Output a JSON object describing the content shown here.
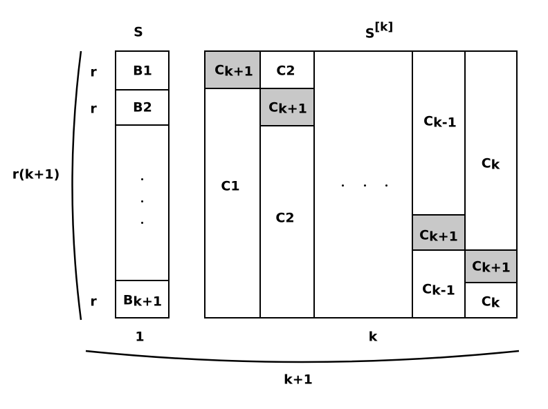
{
  "labels": {
    "s_title": "S",
    "sk_base": "S",
    "sk_sup": "[k]",
    "row_label": "r(k+1)",
    "r1": "r",
    "r2": "r",
    "r3": "r",
    "bottom_1": "1",
    "bottom_k": "k",
    "bottom_total": "k+1"
  },
  "s_blocks": {
    "b1": "B1",
    "b2": "B2",
    "bk1_base": "B",
    "bk1_sub": "k+1"
  },
  "cells": {
    "c_k1_base": "C",
    "c_k1_sub": "k+1",
    "c2": "C2",
    "c1": "C1",
    "c_km1_base": "C",
    "c_km1_sub": "k-1",
    "c_k_base": "C",
    "c_k_sub": "k"
  },
  "colors": {
    "shaded": "#c8c8c8",
    "line": "#000000",
    "background": "#ffffff"
  }
}
